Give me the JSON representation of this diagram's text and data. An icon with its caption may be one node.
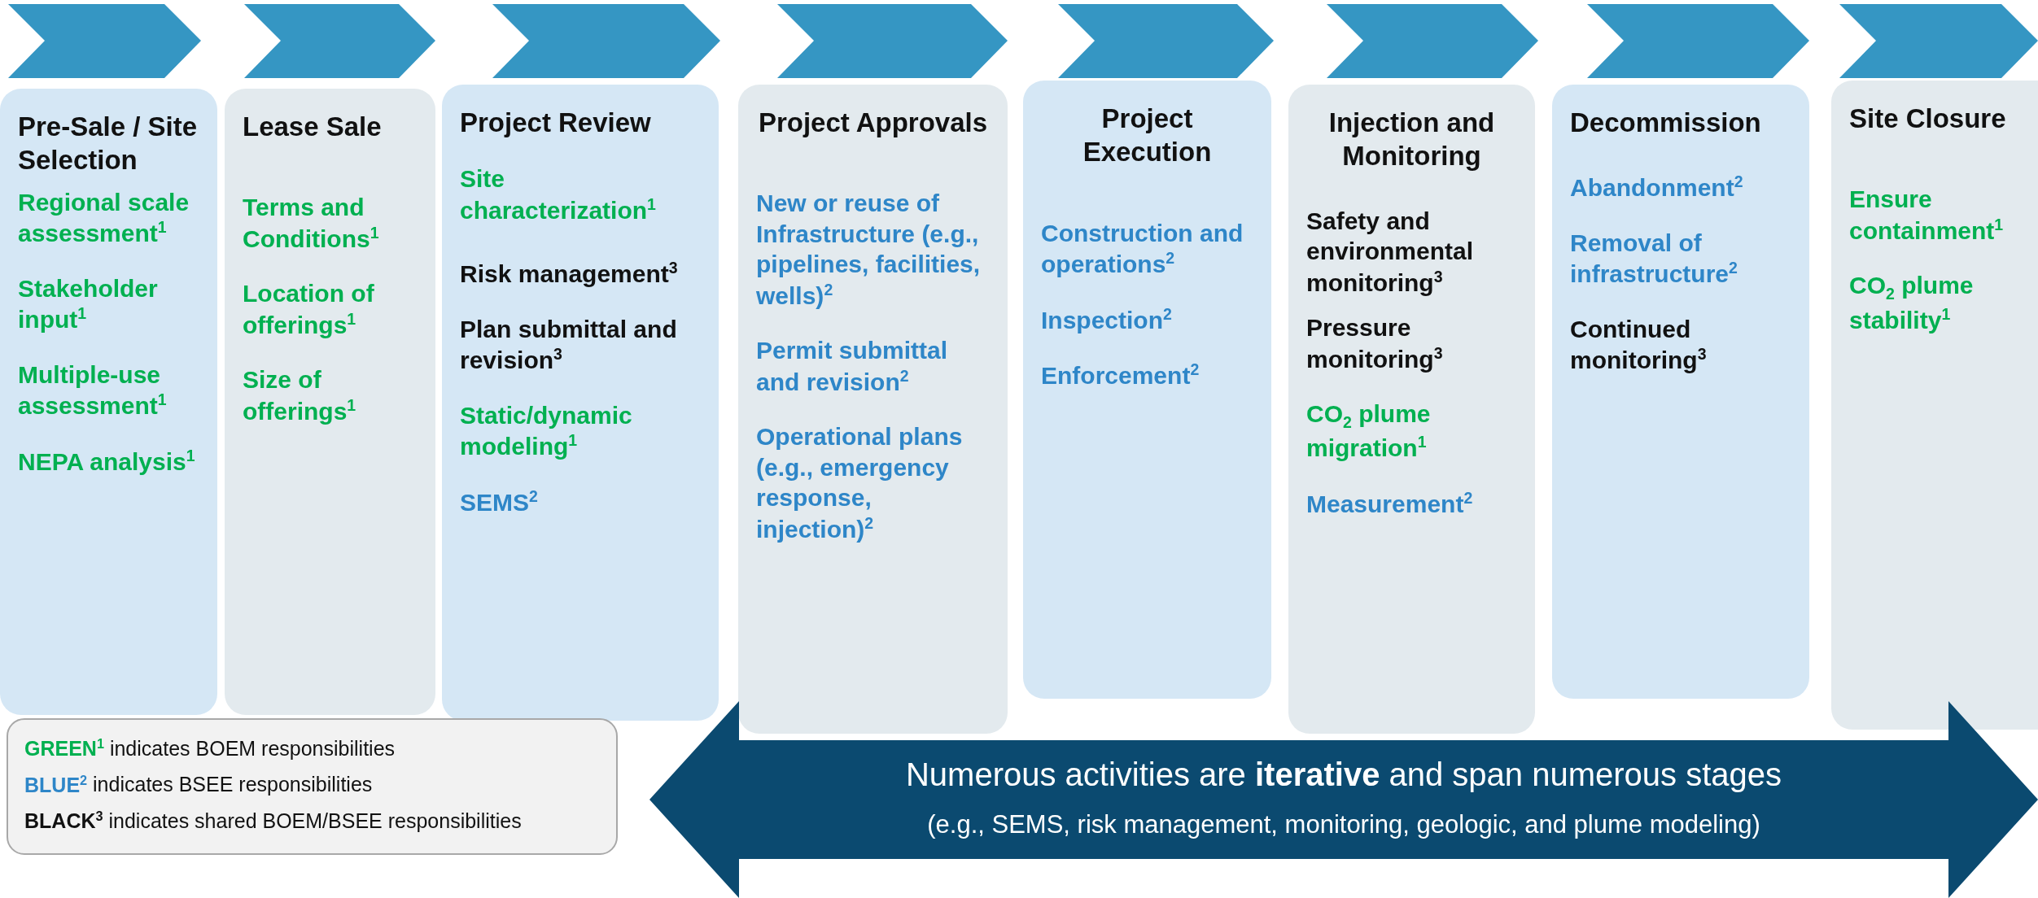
{
  "diagram": {
    "nodes": [
      {
        "text": [
          "Pre-Sale / Site Selection",
          "Regional scale assessment$^{1}$",
          "Stakeholder input$^{1}$",
          "Multiple-use assessment$^{1}$",
          "NEPA analysis$^{1}$"
        ]
      },
      {
        "text": [
          "Lease Sale",
          "Terms and Conditions$^{1}$",
          "Location of offerings$^{1}$",
          "Size of offerings$^{1}$"
        ]
      },
      {
        "text": [
          "Project Review",
          "Site characterization$^{1}$",
          "Risk management$^{3}$",
          "Plan submittal and revision$^{3}$",
          "Static/dynamic modeling$^{1}$",
          "SEMS$^{2}$"
        ]
      },
      {
        "text": [
          "Project Approvals",
          "New or reuse of Infrastructure (e.g., pipelines, facilities, wells)$^{2}$",
          "Permit submittal and revision$^{2}$",
          "Operational plans (e.g., emergency response, injection)$^{2}$"
        ]
      },
      {
        "text": [
          "Project Execution",
          "Construction and operations$^{2}$",
          "Inspection$^{2}$",
          "Enforcement$^{2}$"
        ]
      },
      {
        "text": [
          "Injection and Monitoring",
          "Safety and environmental monitoring$^{3}$",
          "Pressure monitoring$^{3}$",
          "CO$_{2}$ plume migration$^{1}$",
          "Measurement$^{2}$"
        ]
      },
      {
        "text": [
          "Decommission",
          "Abandonment$^{2}$",
          "Removal of infrastructure$^{2}$",
          "Continued monitoring$^{3}$"
        ]
      },
      {
        "text": [
          "Site Closure",
          "Ensure containment$^{1}$",
          "CO$_{2}$ plume stability$^{1}$"
        ]
      },
      {
        "text": [
          "**GREEN$^{1}$** indicates BOEM responsibilities",
          "**BLUE$^{2}$** indicates BSEE responsibilities",
          "**BLACK$^{3}$** indicates shared BOEM/BSEE responsibilities"
        ]
      },
      {
        "text": [
          "Numerous activities are **iterative** and span numerous stages",
          "(e.g., SEMS, risk management, monitoring,  geologic, and plume modeling)"
        ]
      }
    ]
  }
}
